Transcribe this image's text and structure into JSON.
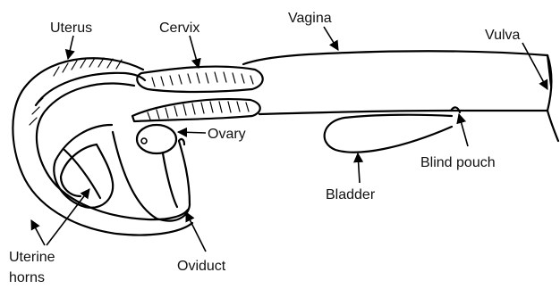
{
  "labels": {
    "uterus": "Uterus",
    "cervix": "Cervix",
    "vagina": "Vagina",
    "vulva": "Vulva",
    "ovary": "Ovary",
    "blind_pouch": "Blind pouch",
    "bladder": "Bladder",
    "uterine_horns_line1": "Uterine",
    "uterine_horns_line2": "horns",
    "oviduct": "Oviduct"
  }
}
